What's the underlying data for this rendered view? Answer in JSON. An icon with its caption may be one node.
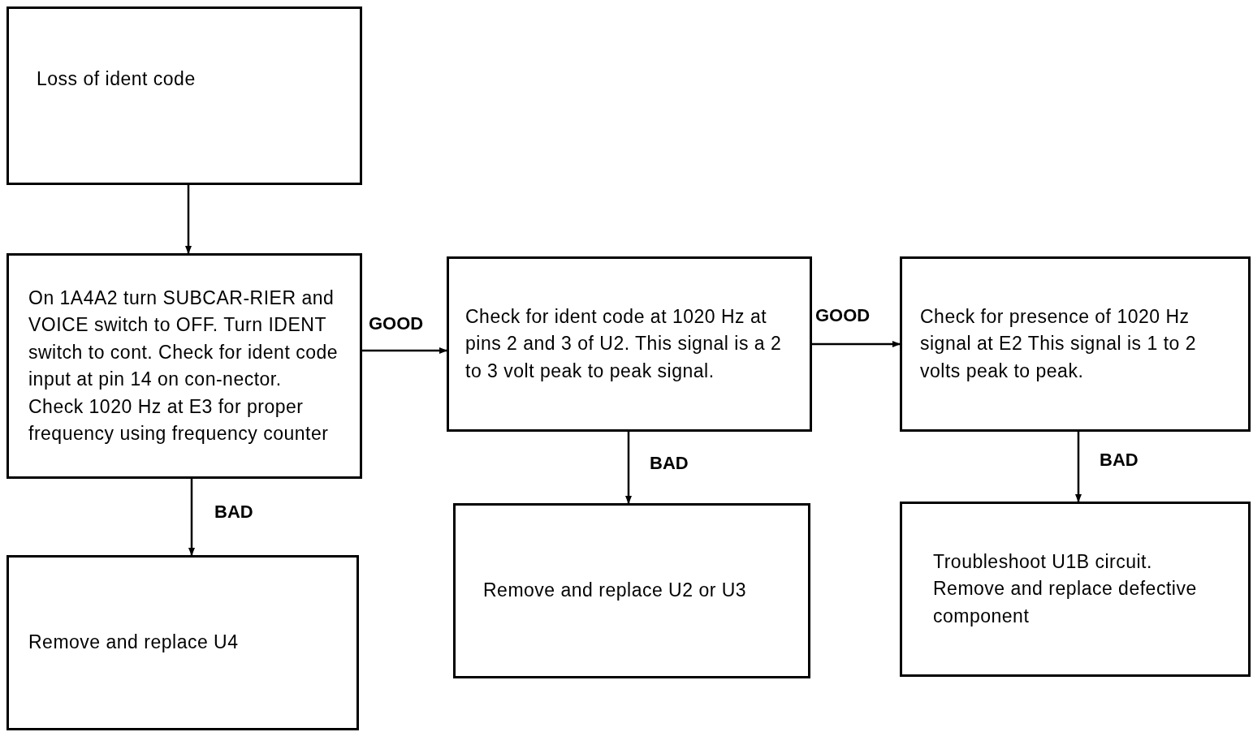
{
  "diagram": {
    "nodes": [
      {
        "text": [
          "Loss of ident code"
        ]
      },
      {
        "text": [
          "On 1A4A2 turn SUBCAR-RIER and VOICE switch to OFF. Turn IDENT switch to cont. Check for ident code input at pin 14 on con-nector. Check 1020 Hz at E3 for proper frequency using frequency counter"
        ]
      },
      {
        "text": [
          "Check for ident code at 1020 Hz at pins 2 and 3 of U2. This signal is a 2 to 3 volt peak to peak signal."
        ]
      },
      {
        "text": [
          "Check for presence of 1020 Hz signal at E2 This signal is 1 to 2 volts peak to peak."
        ]
      },
      {
        "text": [
          "Remove and replace U4"
        ]
      },
      {
        "text": [
          "Remove and replace U2 or U3"
        ]
      },
      {
        "text": [
          "Troubleshoot U1B circuit. Remove and replace defective component"
        ]
      }
    ],
    "edges": [
      {
        "from": 0,
        "to": 1,
        "arrow": "to"
      },
      {
        "from": 1,
        "to": 2,
        "arrow": "to",
        "label": "GOOD"
      },
      {
        "from": 2,
        "to": 3,
        "arrow": "to",
        "label": "GOOD"
      },
      {
        "from": 1,
        "to": 4,
        "arrow": "to",
        "label": "BAD"
      },
      {
        "from": 2,
        "to": 5,
        "arrow": "to",
        "label": "BAD"
      },
      {
        "from": 3,
        "to": 6,
        "arrow": "to",
        "label": "BAD"
      }
    ]
  }
}
